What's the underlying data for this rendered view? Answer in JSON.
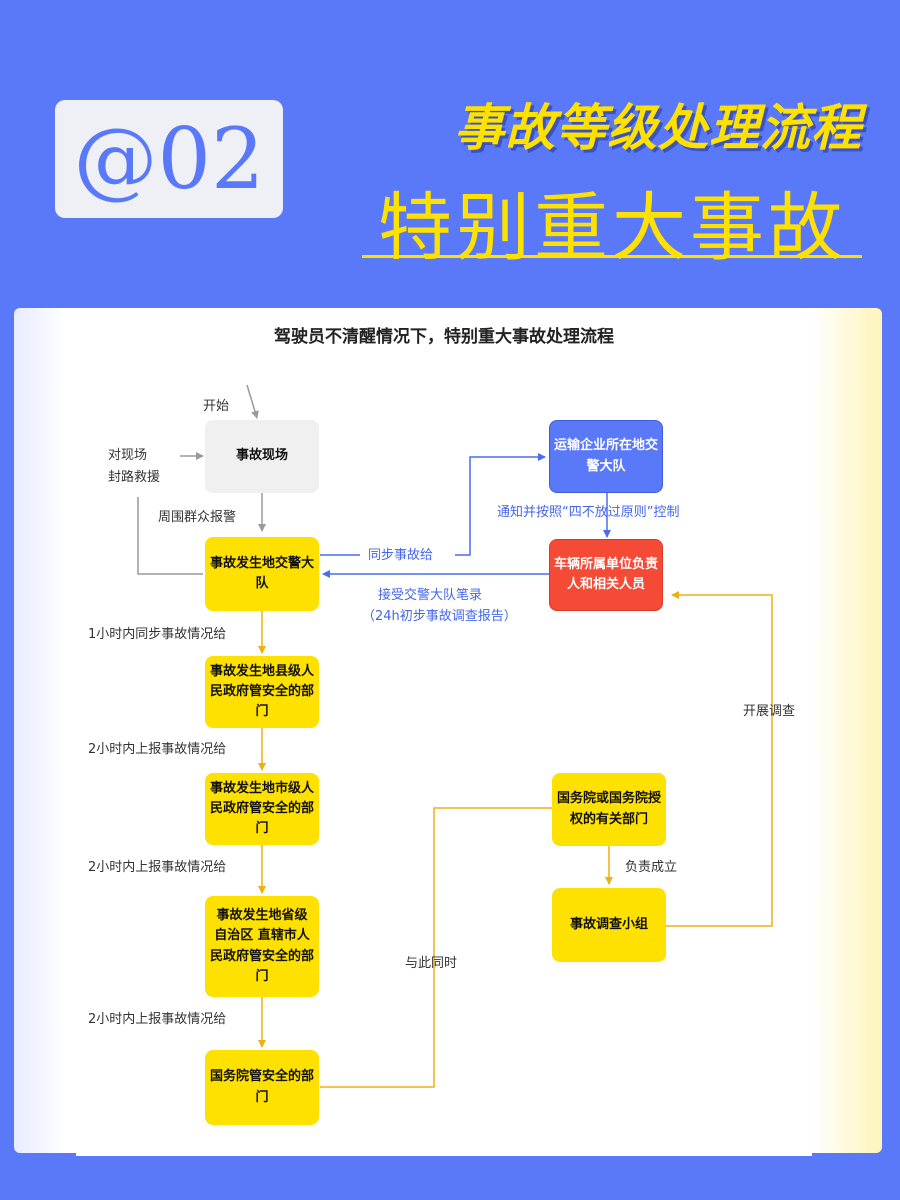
{
  "header": {
    "badge": "@02",
    "title": "事故等级处理流程",
    "subtitle": "特别重大事故"
  },
  "diagram": {
    "title": "驾驶员不清醒情况下，特别重大事故处理流程",
    "nodes": {
      "scene": "事故现场",
      "local_police": "事故发生地交警大队",
      "county_dept": "事故发生地县级人民政府管安全的部门",
      "city_dept": "事故发生地市级人民政府管安全的部门",
      "province_dept": "事故发生地省级 自治区 直辖市人民政府管安全的部门",
      "state_council_dept": "国务院管安全的部门",
      "transport_police": "运输企业所在地交警大队",
      "vehicle_unit": "车辆所属单位负责人和相关人员",
      "authorized_dept": "国务院或国务院授权的有关部门",
      "investigation_team": "事故调查小组"
    },
    "labels": {
      "start": "开始",
      "onsite_line1": "对现场",
      "onsite_line2": "封路救援",
      "crowd_report": "周围群众报警",
      "sync_info": "同步事故给",
      "notify_control": "通知并按照“四不放过原则”控制",
      "accept_record": "接受交警大队笔录",
      "report_24h": "（24h初步事故调查报告）",
      "sync_1h": "1小时内同步事故情况给",
      "report_2h_a": "2小时内上报事故情况给",
      "report_2h_b": "2小时内上报事故情况给",
      "report_2h_c": "2小时内上报事故情况给",
      "simultaneously": "与此同时",
      "responsible_setup": "负责成立",
      "investigate": "开展调查"
    }
  },
  "colors": {
    "background": "#5a79f8",
    "accent_yellow": "#ffe100",
    "alert_red": "#f44a36",
    "connector_blue": "#4a6cf0",
    "connector_orange": "#f0ae14",
    "connector_gray": "#9a9a9a"
  }
}
